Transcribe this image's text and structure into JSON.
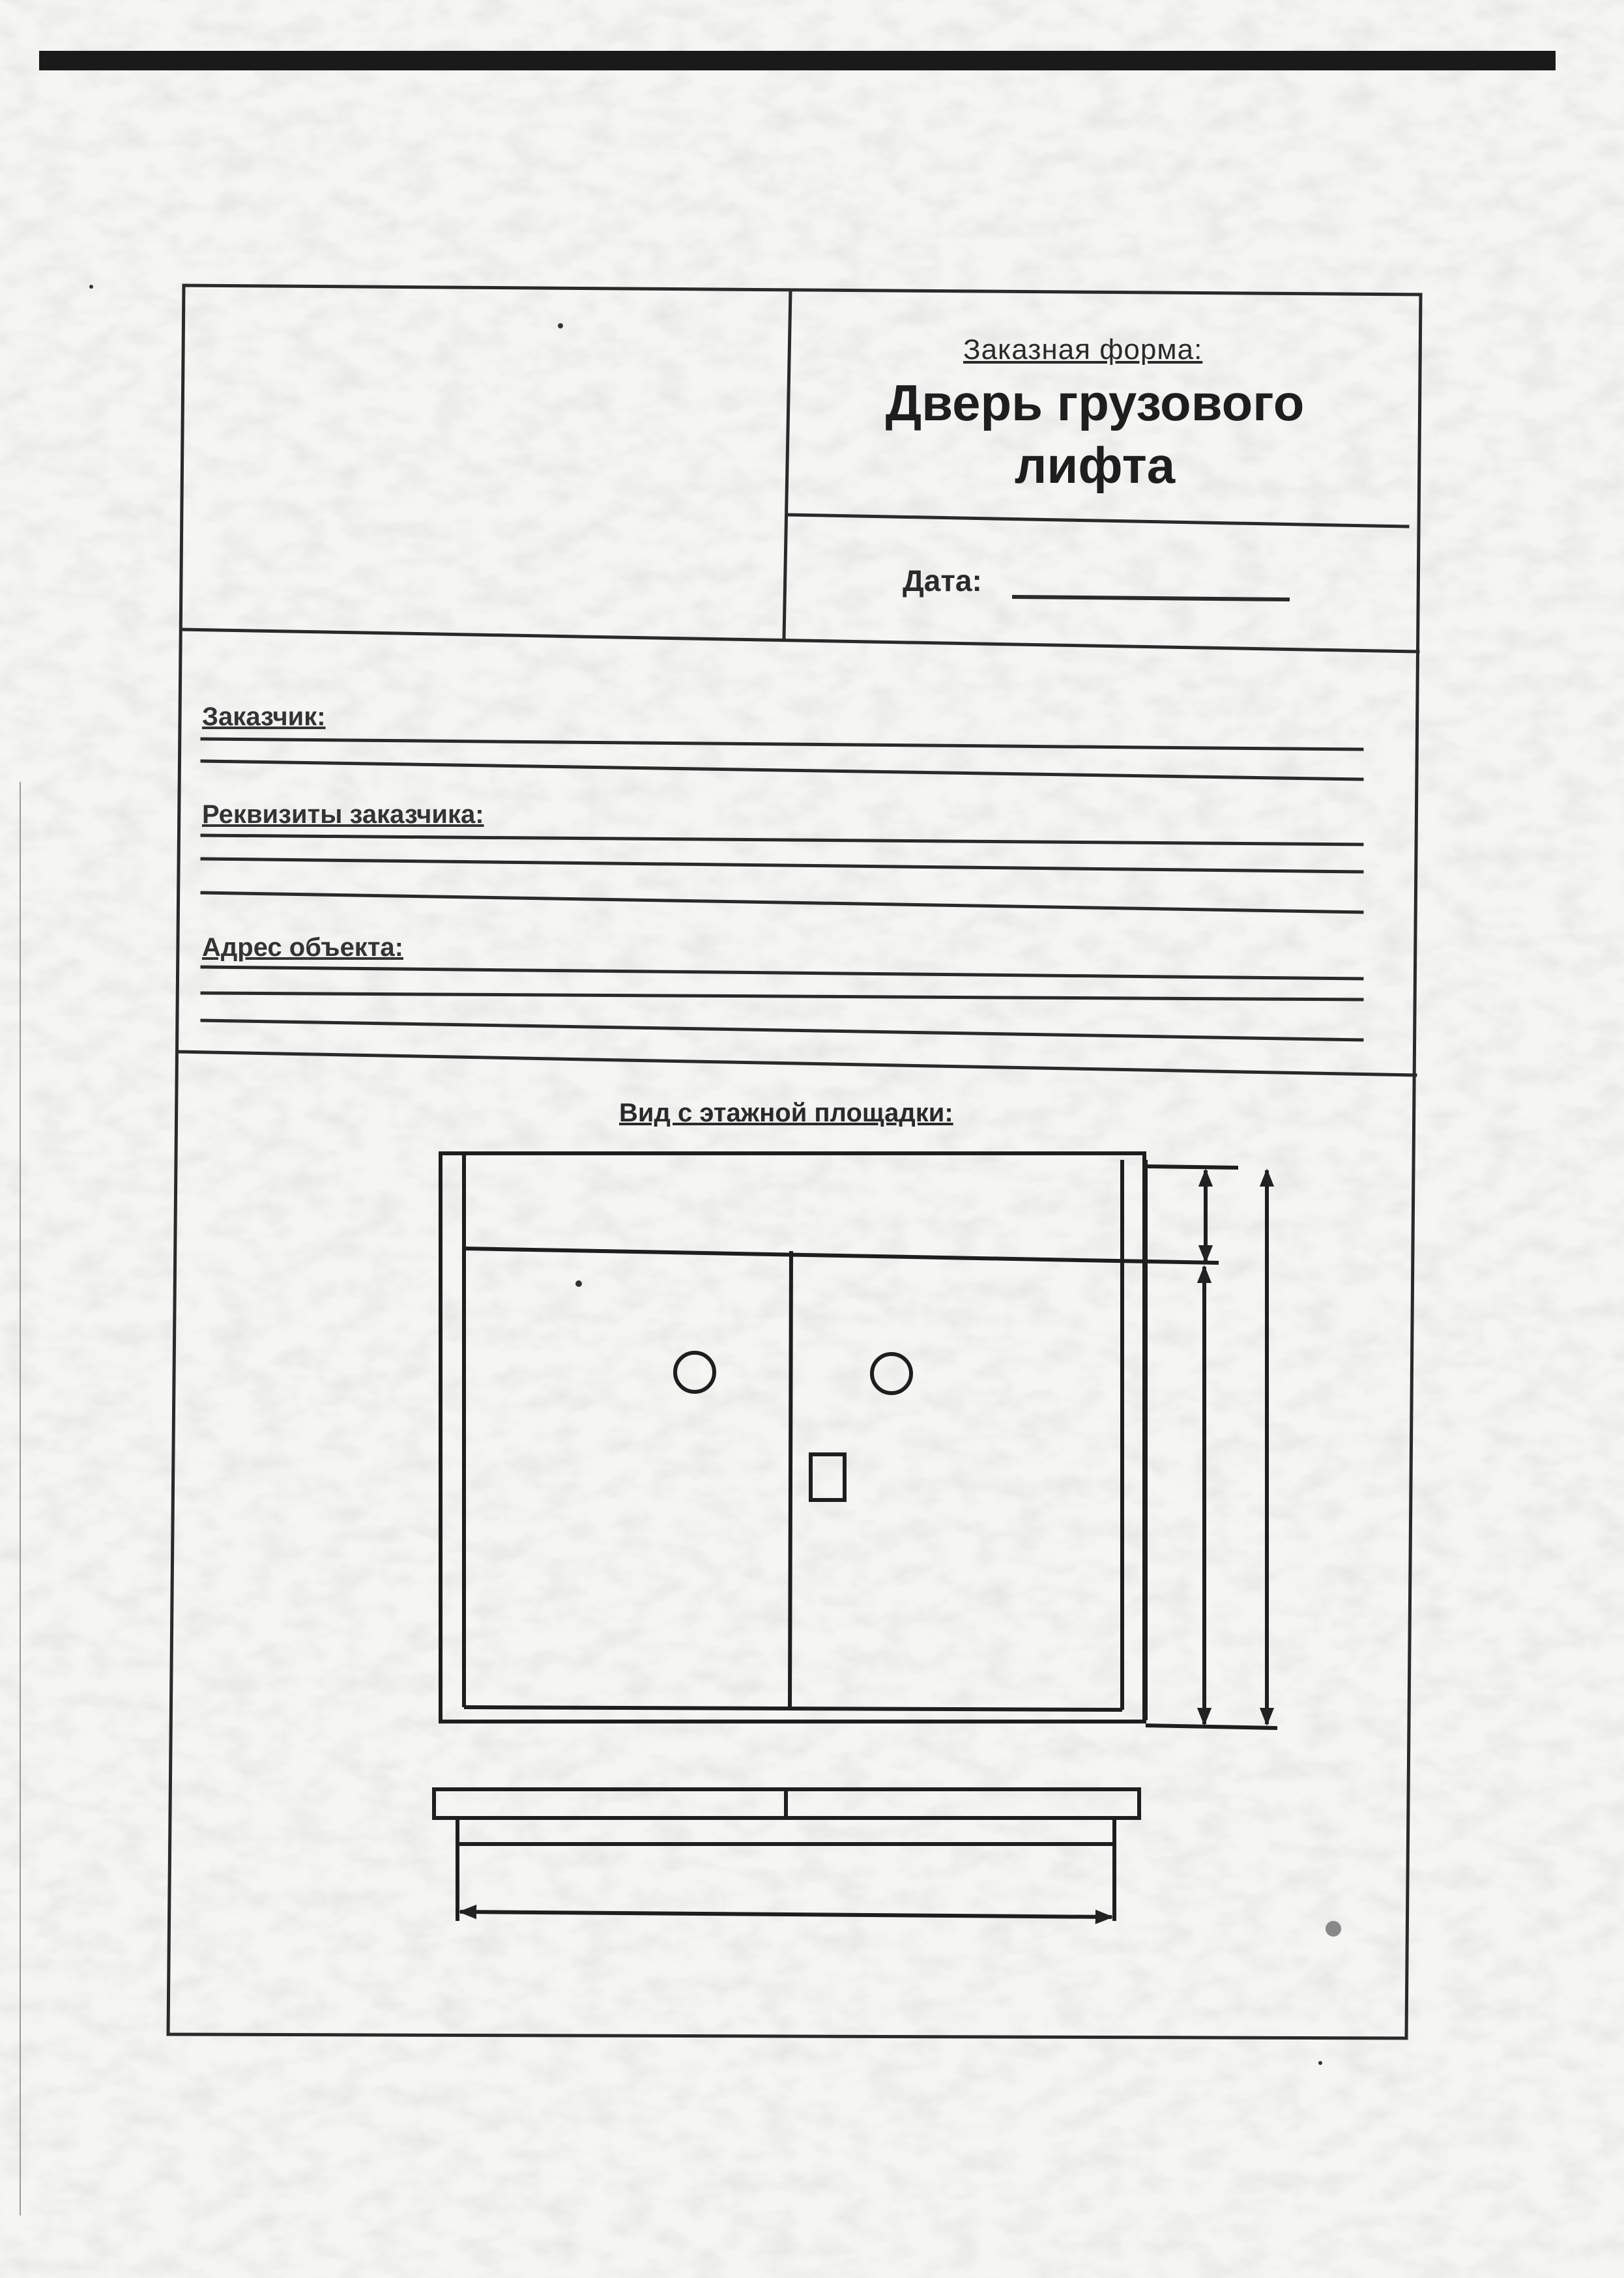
{
  "form": {
    "caption": "Заказная форма:",
    "title": "Дверь грузового лифта",
    "date_label": "Дата:"
  },
  "fields": {
    "customer": "Заказчик:",
    "requisites": "Реквизиты заказчика:",
    "address": "Адрес объекта:"
  },
  "drawing": {
    "section_title": "Вид с этажной площадки:"
  }
}
